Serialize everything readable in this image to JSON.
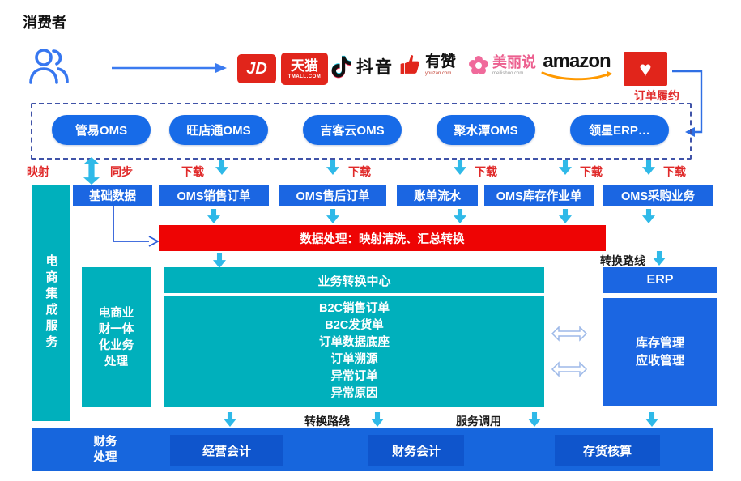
{
  "consumer_title": "消费者",
  "order_fulfillment_label": "订单履约",
  "platform_logos": [
    {
      "name": "jd",
      "text": "JD"
    },
    {
      "name": "tmall",
      "text": "天猫",
      "subtext": "TMALL.COM"
    },
    {
      "name": "douyin",
      "text": "抖音"
    },
    {
      "name": "youzan",
      "text": "有赞",
      "subtext": "youzan.com"
    },
    {
      "name": "meilishuo",
      "text": "美丽说",
      "subtext": "meilishuo.com"
    },
    {
      "name": "amazon",
      "text": "amazon"
    },
    {
      "name": "heart",
      "text": "♥"
    }
  ],
  "oms_row": [
    "管易OMS",
    "旺店通OMS",
    "吉客云OMS",
    "聚水潭OMS",
    "领星ERP…"
  ],
  "flow_labels": {
    "mapping": "映射",
    "sync": "同步",
    "download": "下载"
  },
  "data_boxes": [
    "基础数据",
    "OMS销售订单",
    "OMS售后订单",
    "账单流水",
    "OMS库存作业单",
    "OMS采购业务"
  ],
  "red_bar_text": "数据处理：映射清洗、汇总转换",
  "left_bar_text": "电商集成服务",
  "ebiz_box_lines": [
    "电商业",
    "财一体",
    "化业务",
    "处理"
  ],
  "center": {
    "header": "业务转换中心",
    "items": [
      "B2C销售订单",
      "B2C发货单",
      "订单数据底座",
      "订单溯源",
      "异常订单",
      "异常原因"
    ]
  },
  "right": {
    "route_label": "转换路线",
    "erp": "ERP",
    "inventory_lines": [
      "库存管理",
      "应收管理"
    ]
  },
  "bottom": {
    "finance_lines": [
      "财务",
      "处理"
    ],
    "route_label": "转换路线",
    "service_label": "服务调用",
    "boxes": [
      "经营会计",
      "财务会计",
      "存货核算"
    ]
  },
  "colors": {
    "node_blue": "#1b66e2",
    "pill_blue": "#176be8",
    "teal": "#00b0bc",
    "process_red": "#ee0404",
    "arrow_cyan": "#2fb9e8",
    "label_red": "#e02a2a",
    "bottom_bar_blue": "#1766dd",
    "bottom_inner_blue": "#0f55cc",
    "logo_red": "#e1251b",
    "amazon_orange": "#ff9900"
  }
}
